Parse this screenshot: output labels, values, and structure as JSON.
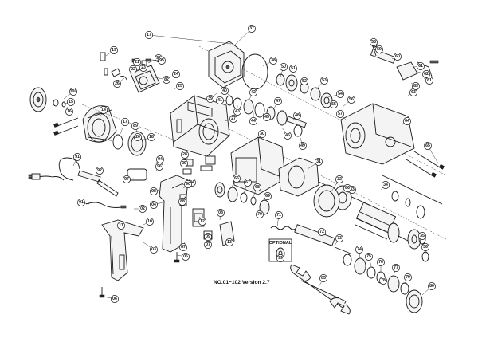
{
  "diagram": {
    "version_label": "NO.01~102 Version 2.7",
    "optional_label": "OPTIONAL",
    "callouts": [
      {
        "id": "c19",
        "label": "19"
      },
      {
        "id": "c17a",
        "label": "17"
      },
      {
        "id": "c37",
        "label": "37"
      },
      {
        "id": "c93",
        "label": "93"
      },
      {
        "id": "c21",
        "label": "21"
      },
      {
        "id": "c95",
        "label": "95"
      },
      {
        "id": "c22",
        "label": "22"
      },
      {
        "id": "c26",
        "label": "26"
      },
      {
        "id": "c82",
        "label": "82"
      },
      {
        "id": "c25",
        "label": "25"
      },
      {
        "id": "c38",
        "label": "38"
      },
      {
        "id": "c39",
        "label": "39"
      },
      {
        "id": "c40",
        "label": "40"
      },
      {
        "id": "c50",
        "label": "50"
      },
      {
        "id": "c51",
        "label": "51"
      },
      {
        "id": "c52",
        "label": "52"
      },
      {
        "id": "c53",
        "label": "53"
      },
      {
        "id": "c54",
        "label": "54"
      },
      {
        "id": "c55",
        "label": "55"
      },
      {
        "id": "c56",
        "label": "56"
      },
      {
        "id": "c58",
        "label": "58"
      },
      {
        "id": "c59",
        "label": "59"
      },
      {
        "id": "c60",
        "label": "60"
      },
      {
        "id": "c61",
        "label": "61"
      },
      {
        "id": "c62",
        "label": "62"
      },
      {
        "id": "c63",
        "label": "63"
      },
      {
        "id": "c64",
        "label": "64"
      },
      {
        "id": "c65",
        "label": "65"
      },
      {
        "id": "c81",
        "label": "81"
      },
      {
        "id": "c41",
        "label": "41"
      },
      {
        "id": "c42",
        "label": "42"
      },
      {
        "id": "c43",
        "label": "43"
      },
      {
        "id": "c44",
        "label": "44"
      },
      {
        "id": "c45",
        "label": "45"
      },
      {
        "id": "c46",
        "label": "46"
      },
      {
        "id": "c47",
        "label": "47"
      },
      {
        "id": "c48",
        "label": "48"
      },
      {
        "id": "c49",
        "label": "49"
      },
      {
        "id": "c100",
        "label": "100"
      },
      {
        "id": "c14",
        "label": "14"
      },
      {
        "id": "c15",
        "label": "15"
      },
      {
        "id": "c16",
        "label": "16"
      },
      {
        "id": "c17",
        "label": "17"
      },
      {
        "id": "c18",
        "label": "18"
      },
      {
        "id": "c89",
        "label": "89"
      },
      {
        "id": "c27",
        "label": "27"
      },
      {
        "id": "c28",
        "label": "28"
      },
      {
        "id": "c29",
        "label": "29"
      },
      {
        "id": "c30",
        "label": "30"
      },
      {
        "id": "c31",
        "label": "31"
      },
      {
        "id": "c32",
        "label": "32"
      },
      {
        "id": "c33",
        "label": "33"
      },
      {
        "id": "c34",
        "label": "34"
      },
      {
        "id": "c35",
        "label": "35"
      },
      {
        "id": "c36",
        "label": "36"
      },
      {
        "id": "c66",
        "label": "66"
      },
      {
        "id": "c67",
        "label": "67"
      },
      {
        "id": "c68",
        "label": "68"
      },
      {
        "id": "c69",
        "label": "69"
      },
      {
        "id": "c70",
        "label": "70"
      },
      {
        "id": "c71",
        "label": "71"
      },
      {
        "id": "c72",
        "label": "72"
      },
      {
        "id": "c73",
        "label": "73"
      },
      {
        "id": "c74",
        "label": "74"
      },
      {
        "id": "c75",
        "label": "75"
      },
      {
        "id": "c76",
        "label": "76"
      },
      {
        "id": "c77",
        "label": "77"
      },
      {
        "id": "c78",
        "label": "78"
      },
      {
        "id": "c79",
        "label": "79"
      },
      {
        "id": "c80",
        "label": "80"
      },
      {
        "id": "c84",
        "label": "84"
      },
      {
        "id": "c85",
        "label": "85"
      },
      {
        "id": "c86",
        "label": "86"
      },
      {
        "id": "c87",
        "label": "87"
      },
      {
        "id": "c88",
        "label": "88"
      },
      {
        "id": "c90",
        "label": "90"
      },
      {
        "id": "c91",
        "label": "91"
      },
      {
        "id": "c92",
        "label": "92"
      },
      {
        "id": "c94",
        "label": "94"
      },
      {
        "id": "c96",
        "label": "96"
      },
      {
        "id": "c97",
        "label": "97"
      },
      {
        "id": "c98",
        "label": "98"
      },
      {
        "id": "c99",
        "label": "99"
      },
      {
        "id": "c01",
        "label": "01"
      },
      {
        "id": "c02",
        "label": "02"
      },
      {
        "id": "c03",
        "label": "03"
      },
      {
        "id": "c04",
        "label": "04"
      },
      {
        "id": "c05",
        "label": "05"
      },
      {
        "id": "c06",
        "label": "06"
      },
      {
        "id": "c07",
        "label": "07"
      },
      {
        "id": "c08",
        "label": "08"
      },
      {
        "id": "c09",
        "label": "09"
      },
      {
        "id": "c10",
        "label": "10"
      },
      {
        "id": "c11",
        "label": "11"
      },
      {
        "id": "c12",
        "label": "12"
      },
      {
        "id": "c13",
        "label": "13"
      },
      {
        "id": "c20",
        "label": "20"
      },
      {
        "id": "c23",
        "label": "23"
      },
      {
        "id": "c24",
        "label": "24"
      },
      {
        "id": "c57",
        "label": "57"
      },
      {
        "id": "c83",
        "label": "83"
      }
    ]
  }
}
